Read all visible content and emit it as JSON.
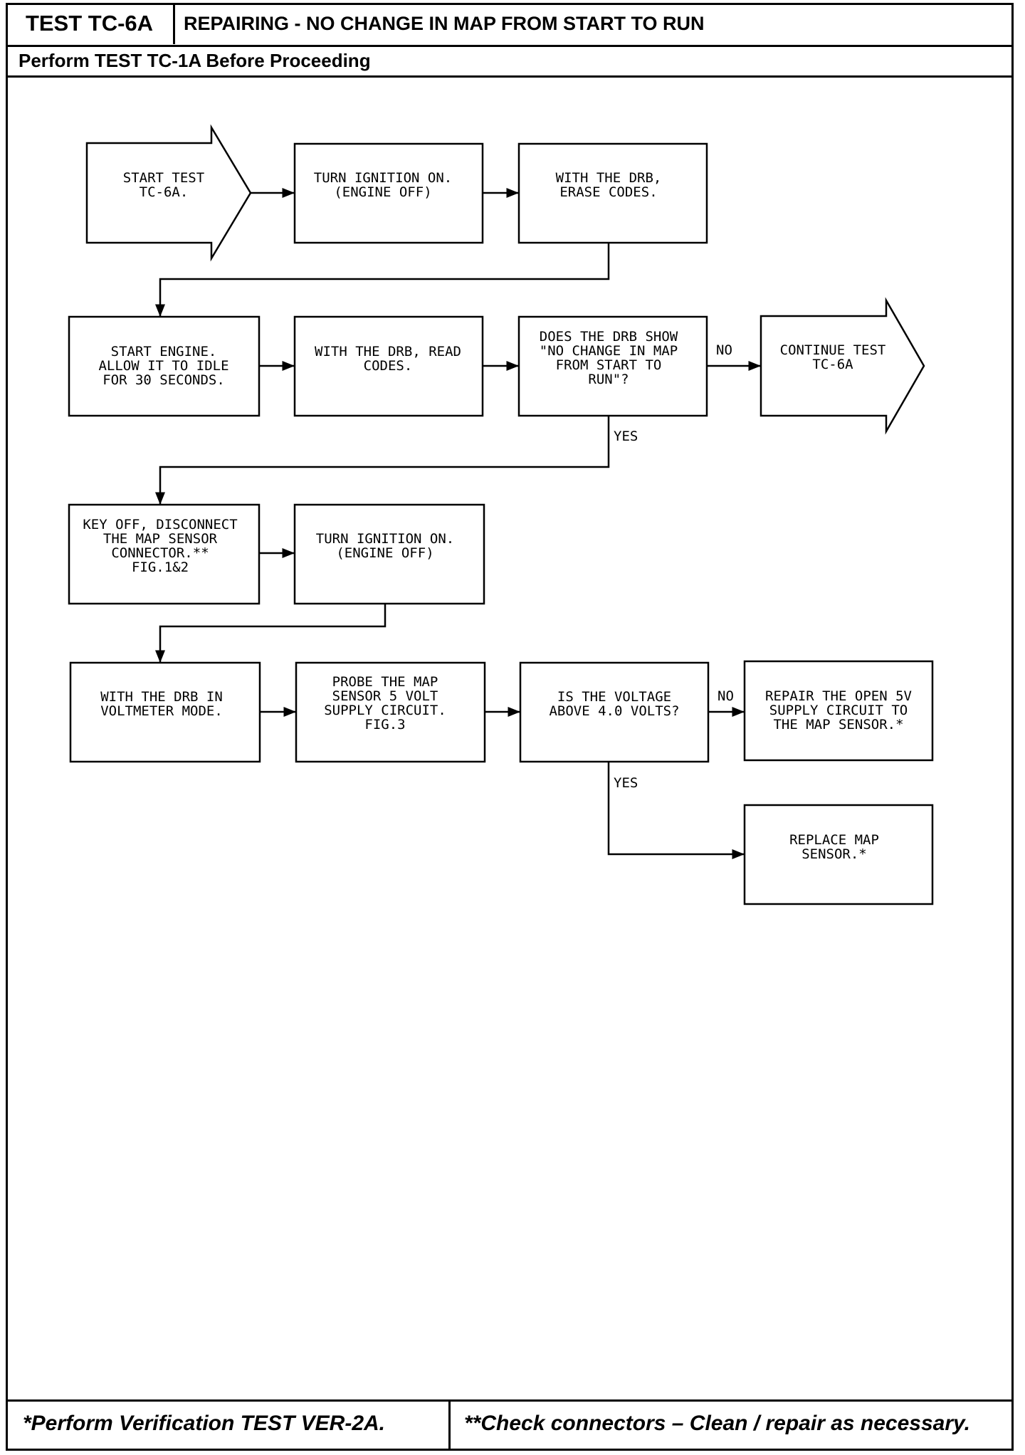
{
  "header": {
    "test_id": "TEST TC-6A",
    "title": "REPAIRING - NO CHANGE IN MAP FROM START TO RUN",
    "subtitle": "Perform TEST TC-1A Before Proceeding"
  },
  "steps": {
    "start": [
      "START TEST",
      "TC-6A."
    ],
    "ign_on_1": [
      "TURN IGNITION ON.",
      "(ENGINE OFF)"
    ],
    "erase": [
      "WITH THE DRB,",
      "ERASE CODES."
    ],
    "start_engine": [
      "START ENGINE.",
      "ALLOW IT TO IDLE",
      "FOR 30 SECONDS."
    ],
    "read_codes": [
      "WITH THE DRB, READ",
      "CODES."
    ],
    "decision_map": [
      "DOES THE DRB SHOW",
      "\"NO CHANGE IN MAP",
      "FROM START TO",
      "RUN\"?"
    ],
    "continue": [
      "CONTINUE TEST",
      "TC-6A"
    ],
    "key_off": [
      "KEY OFF, DISCONNECT",
      "THE MAP SENSOR",
      "CONNECTOR.**",
      "",
      "FIG.1&2"
    ],
    "ign_on_2": [
      "TURN IGNITION ON.",
      "(ENGINE OFF)"
    ],
    "voltmeter": [
      "WITH THE DRB IN",
      "VOLTMETER MODE."
    ],
    "probe": [
      "PROBE THE MAP",
      "SENSOR 5 VOLT",
      "SUPPLY CIRCUIT.",
      "",
      "FIG.3"
    ],
    "decision_volt": [
      "IS THE VOLTAGE",
      "ABOVE 4.0 VOLTS?"
    ],
    "repair": [
      "REPAIR THE OPEN 5V",
      "SUPPLY CIRCUIT TO",
      "THE MAP SENSOR.*"
    ],
    "replace": [
      "REPLACE MAP",
      "SENSOR.*"
    ]
  },
  "labels": {
    "no": "NO",
    "yes": "YES"
  },
  "footer": {
    "left": "*Perform Verification TEST VER-2A.",
    "right": "**Check connectors – Clean / repair as necessary."
  }
}
